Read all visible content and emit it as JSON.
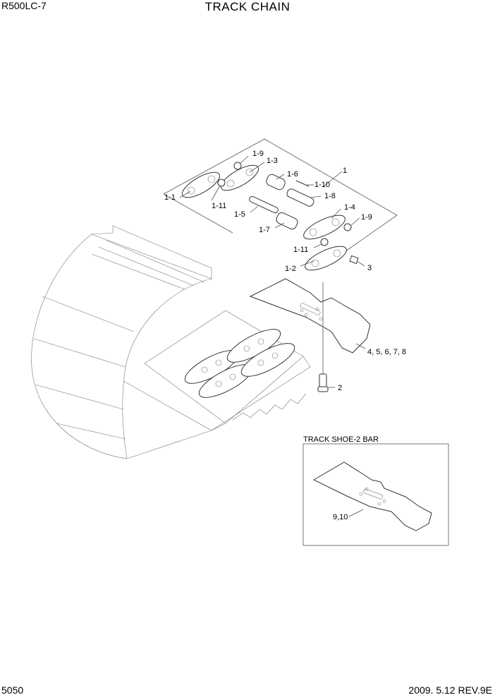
{
  "header": {
    "model": "R500LC-7",
    "title": "TRACK CHAIN"
  },
  "footer": {
    "page": "5050",
    "revision": "2009. 5.12  REV.9E"
  },
  "inset": {
    "label": "TRACK SHOE-2 BAR"
  },
  "callouts": [
    {
      "id": "1",
      "label": "1"
    },
    {
      "id": "1-1",
      "label": "1-1"
    },
    {
      "id": "1-2",
      "label": "1-2"
    },
    {
      "id": "1-3",
      "label": "1-3"
    },
    {
      "id": "1-4",
      "label": "1-4"
    },
    {
      "id": "1-5",
      "label": "1-5"
    },
    {
      "id": "1-6",
      "label": "1-6"
    },
    {
      "id": "1-7",
      "label": "1-7"
    },
    {
      "id": "1-8",
      "label": "1-8"
    },
    {
      "id": "1-9a",
      "label": "1-9"
    },
    {
      "id": "1-9b",
      "label": "1-9"
    },
    {
      "id": "1-10",
      "label": "1-10"
    },
    {
      "id": "1-11a",
      "label": "1-11"
    },
    {
      "id": "1-11b",
      "label": "1-11"
    },
    {
      "id": "2",
      "label": "2"
    },
    {
      "id": "3",
      "label": "3"
    },
    {
      "id": "4-8",
      "label": "4, 5, 6, 7, 8"
    },
    {
      "id": "9-10",
      "label": "9,10"
    }
  ]
}
